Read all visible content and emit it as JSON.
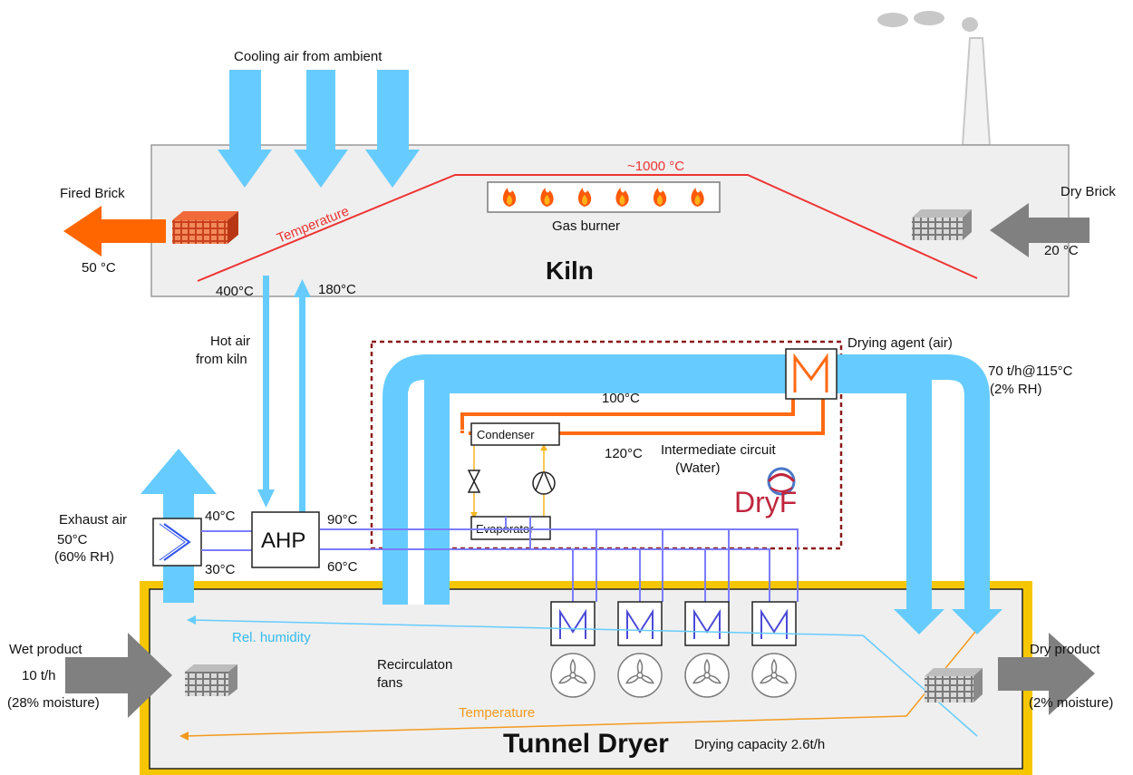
{
  "kiln": {
    "title": "Kiln",
    "cooling_air": "Cooling air from ambient",
    "peak_temp": "~1000 °C",
    "temperature_label": "Temperature",
    "burner_label": "Gas burner",
    "burner_count": 6,
    "hot_air_out_temp": "400°C",
    "air_return_temp": "180°C"
  },
  "fired_brick": {
    "label": "Fired Brick",
    "temp": "50 °C"
  },
  "dry_brick": {
    "label": "Dry Brick",
    "temp": "20 °C"
  },
  "hot_air": {
    "line1": "Hot air",
    "line2": "from kiln"
  },
  "exhaust": {
    "label": "Exhaust air",
    "temp": "50°C",
    "rh": "(60% RH)"
  },
  "ahp": {
    "label": "AHP",
    "in_hot": "40°C",
    "in_cold": "30°C",
    "out_hot": "90°C",
    "out_cold": "60°C"
  },
  "heat_pump": {
    "condenser": "Condenser",
    "evaporator": "Evaporator",
    "circuit_top_temp": "100°C",
    "circuit_bottom_temp": "120°C",
    "circuit_line1": "Intermediate circuit",
    "circuit_line2": "(Water)",
    "logo": "DryF"
  },
  "drying_agent": {
    "label": "Drying agent (air)",
    "flow": "70 t/h@115°C",
    "rh": "(2% RH)"
  },
  "dryer": {
    "title": "Tunnel Dryer",
    "capacity": "Drying capacity 2.6t/h",
    "humidity_label": "Rel. humidity",
    "temperature_label": "Temperature",
    "fans_line1": "Recirculaton",
    "fans_line2": "fans",
    "fan_count": 4
  },
  "wet_product": {
    "label": "Wet product",
    "rate": "10 t/h",
    "moisture": "(28% moisture)"
  },
  "dry_product": {
    "label": "Dry product",
    "moisture": "(2% moisture)"
  },
  "colors": {
    "air": "#66ccff",
    "water_loop": "#ff6a13",
    "brine_loop": "#7c7cff",
    "kiln_fill": "#efefef",
    "dryer_border": "#f6c700",
    "temperature_kiln": "#ee3333",
    "fired_arrow": "#ff6600",
    "grey_arrow": "#808080",
    "dashed_box": "#8b1a1a"
  }
}
